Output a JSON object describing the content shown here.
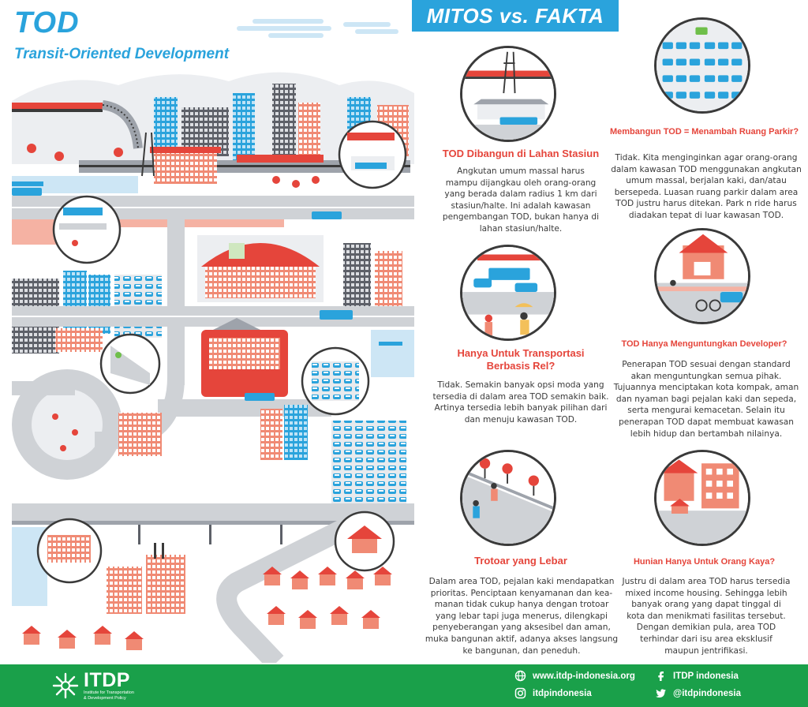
{
  "header": {
    "title": "TOD",
    "subtitle": "Transit-Oriented Development",
    "banner": "MITOS vs. FAKTA"
  },
  "colors": {
    "blue": "#2aa3dc",
    "red": "#e5453b",
    "green": "#1aa04a",
    "salmon": "#f08a74",
    "gray": "#cfd2d6"
  },
  "myths": [
    {
      "heading": "TOD Dibangun di Lahan Stasiun",
      "body": [
        "Angkutan umum massal harus",
        "mampu dijangkau oleh orang-orang",
        "yang berada dalam radius 1 km dari",
        "stasiun/halte. Ini adalah kawasan",
        "pengembangan TOD, bukan hanya di",
        "lahan stasiun/halte."
      ],
      "icon": "station-illustration"
    },
    {
      "heading": "Hanya Untuk Transportasi Berbasis Rel?",
      "heading_lines": [
        "Hanya Untuk Transportasi",
        "Berbasis Rel?"
      ],
      "body": [
        "Tidak. Semakin banyak opsi moda yang",
        "tersedia di dalam area TOD semakin baik.",
        "Artinya tersedia lebih banyak pilihan dari",
        "dan menuju kawasan TOD."
      ],
      "icon": "multimodal-illustration"
    },
    {
      "heading": "Trotoar yang Lebar",
      "body": [
        "Dalam area TOD, pejalan kaki mendapatkan",
        "prioritas. Penciptaan kenyamanan dan kea-",
        "manan tidak cukup hanya dengan trotoar",
        "yang lebar tapi juga menerus, dilengkapi",
        "penyeberangan yang aksesibel dan aman,",
        "muka bangunan aktif, adanya akses langsung",
        "ke bangunan, dan peneduh."
      ],
      "icon": "sidewalk-illustration"
    },
    {
      "heading": "Membangun TOD = Menambah Ruang Parkir?",
      "body": [
        "Tidak. Kita menginginkan agar orang-orang",
        "dalam kawasan TOD menggunakan angkutan",
        "umum massal, berjalan kaki, dan/atau",
        "bersepeda. Luasan ruang parkir dalam area",
        "TOD justru harus ditekan. Park n ride harus",
        "diadakan tepat di luar kawasan TOD."
      ],
      "icon": "parking-illustration"
    },
    {
      "heading": "TOD Hanya Menguntungkan Developer?",
      "body": [
        "Penerapan TOD sesuai dengan standard",
        "akan menguntungkan semua pihak.",
        "Tujuannya menciptakan kota kompak, aman",
        "dan nyaman bagi pejalan kaki dan sepeda,",
        "serta mengurai kemacetan. Selain itu",
        "penerapan TOD dapat membuat kawasan",
        "lebih hidup dan bertambah nilainya."
      ],
      "icon": "developer-illustration"
    },
    {
      "heading": "Hunian Hanya Untuk Orang Kaya?",
      "body": [
        "Justru di dalam area TOD harus tersedia",
        "mixed income housing. Sehingga lebih",
        "banyak orang yang dapat tinggal di",
        "kota dan menikmati fasilitas tersebut.",
        "Dengan demikian pula, area TOD",
        "terhindar dari isu area eksklusif",
        "maupun jentrifikasi."
      ],
      "icon": "housing-illustration"
    }
  ],
  "footer": {
    "logo_name": "ITDP",
    "logo_sub_1": "Institute for Transportation",
    "logo_sub_2": "& Development Policy",
    "website": "www.itdp-indonesia.org",
    "instagram": "itdpindonesia",
    "facebook": "ITDP indonesia",
    "twitter": "@itdpindonesia"
  }
}
